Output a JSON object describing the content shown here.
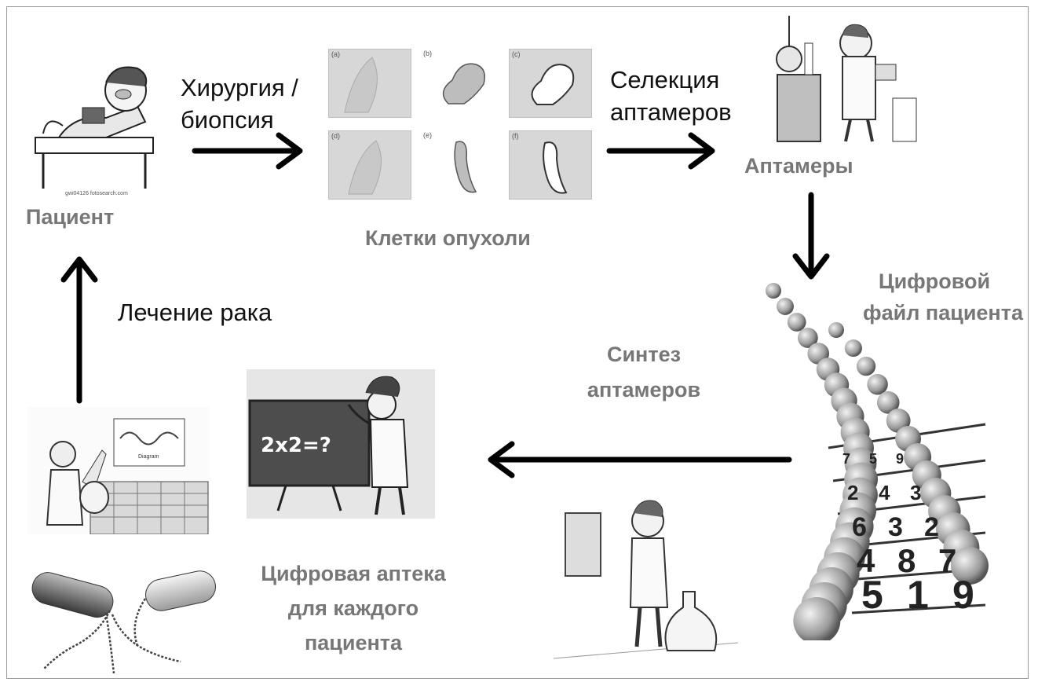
{
  "labels": {
    "surgery": [
      "Хирургия /",
      "биопсия"
    ],
    "selection": [
      "Селекция",
      "аптамеров"
    ],
    "aptamers": "Аптамеры",
    "patient": "Пациент",
    "tumor_cells": "Клетки опухоли",
    "digital_file": [
      "Цифровой",
      "файл пациента"
    ],
    "treatment": "Лечение рака",
    "synthesis": [
      "Синтез",
      "аптамеров"
    ],
    "pharmacy": [
      "Цифровая аптека",
      "для каждого",
      "пациента"
    ]
  },
  "illustrations": {
    "patient_credit": "gwi04126 fotosearch.com",
    "tile_labels": [
      "(a)",
      "(b)",
      "(c)",
      "(d)",
      "(e)",
      "(f)"
    ],
    "chalkboard": "2x2=?",
    "dna_numbers": [
      "7",
      "5",
      "9",
      "2",
      "4",
      "3",
      "6",
      "3",
      "2",
      "4",
      "8",
      "7",
      "5",
      "1",
      "9"
    ],
    "poster_text": "Diagram"
  },
  "colors": {
    "text_dark": "#111111",
    "text_gray": "#777777",
    "arrow": "#000000"
  }
}
